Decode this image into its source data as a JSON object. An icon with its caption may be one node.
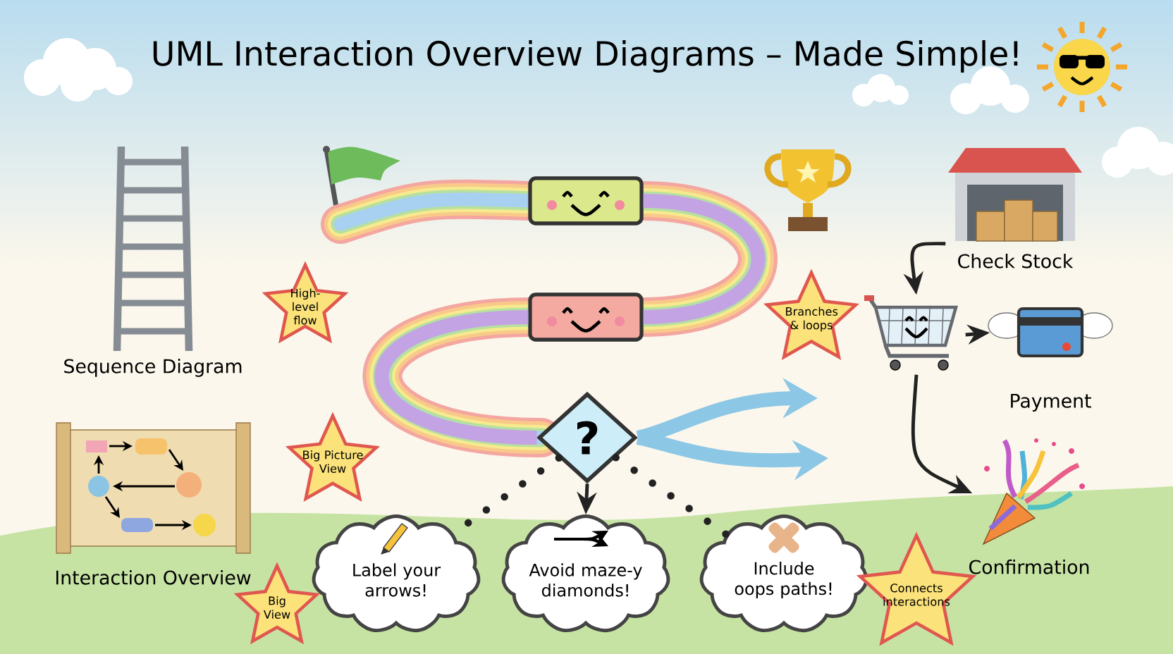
{
  "diagram": {
    "title": "UML Interaction Overview Diagrams – Made Simple!",
    "nodes": [
      {
        "text": [
          "Sequence Diagram"
        ]
      },
      {
        "text": [],
        "shape": "box"
      },
      {
        "text": [
          "Check Stock"
        ]
      },
      {
        "text": [
          "High-level flow"
        ]
      },
      {
        "text": [],
        "shape": "box"
      },
      {
        "text": [
          "Branches & loops"
        ]
      },
      {
        "text": [],
        "shape": "picture"
      },
      {
        "text": [
          "Payment"
        ]
      },
      {
        "text": [
          "Interaction Overview"
        ]
      },
      {
        "text": [
          "Big Picture View"
        ]
      },
      {
        "text": [
          "?"
        ]
      },
      {
        "text": [
          "Confirmation"
        ]
      },
      {
        "text": [
          "Label your arrows!"
        ]
      },
      {
        "text": [
          "Avoid maze-y diamonds!"
        ]
      },
      {
        "text": [
          "Include oops paths!"
        ]
      },
      {
        "text": [
          "Big View"
        ]
      },
      {
        "text": [
          "Connects interactions"
        ]
      }
    ],
    "edges": [
      {
        "from": 2,
        "to": 6,
        "arrow": "to"
      },
      {
        "from": 6,
        "to": 7,
        "arrow": "to"
      },
      {
        "from": 6,
        "to": 11,
        "arrow": "to"
      },
      {
        "from": 1,
        "to": 4,
        "arrow": "none",
        "style": "thick",
        "color": "#c3a3e3"
      },
      {
        "from": 4,
        "to": 10,
        "arrow": "none",
        "style": "thick",
        "color": "#c3a3e3"
      },
      {
        "from": 10,
        "to": null,
        "arrow": "to",
        "style": "thick",
        "color": "#8cc7e6"
      },
      {
        "from": 10,
        "to": null,
        "arrow": "to",
        "style": "thick",
        "color": "#8cc7e6"
      },
      {
        "from": 10,
        "to": 12,
        "arrow": "none",
        "style": "dashed"
      },
      {
        "from": 10,
        "to": 13,
        "arrow": "to"
      },
      {
        "from": 10,
        "to": 14,
        "arrow": "none",
        "style": "dashed"
      }
    ]
  }
}
